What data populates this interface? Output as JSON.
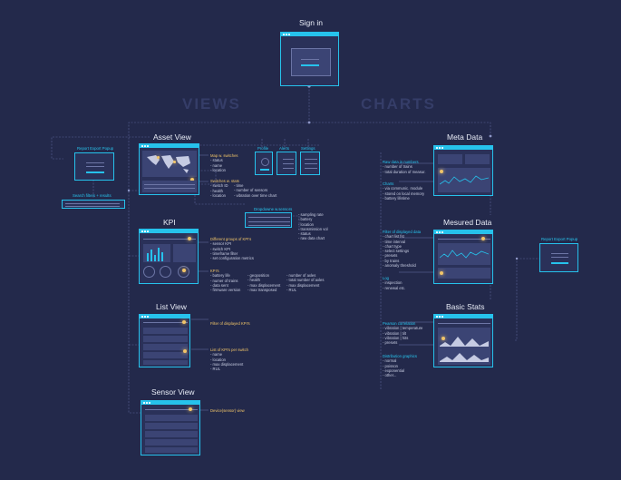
{
  "sections": {
    "views": "VIEWS",
    "charts": "CHARTS"
  },
  "titles": {
    "sign_in": "Sign in",
    "asset_view": "Asset View",
    "kpi": "KPI",
    "list_view": "List View",
    "sensor_view": "Sensor View",
    "meta_data": "Meta Data",
    "measured_data": "Mesured Data",
    "basic_stats": "Basic Stats"
  },
  "small_labels": {
    "report_export_left": "Report Export Popup",
    "search_filters": "Search filters + results",
    "profile": "Profile",
    "alerts": "Alerts",
    "settings": "Settings",
    "dropdown_sensors": "Dropdowne w.sensors",
    "report_export_right": "Report Export Popup"
  },
  "notes": {
    "map_switches": [
      "Map w. switches",
      "- status",
      "- name",
      "- location"
    ],
    "switches_stats": [
      "Switches w. stats",
      "- switch ID",
      "- health",
      "- location"
    ],
    "switches_stats_col2": [
      "- time",
      "- number of sensors",
      "- vibration over time chart"
    ],
    "dropdown_list": [
      "- sampling rate",
      "- battery",
      "- location",
      "- transmission vol",
      "- status",
      "- raw data chart"
    ],
    "kpi_groups": [
      "Different groups of KPI's",
      "- sensor KPI",
      "- switch KPI",
      "- timeframe filter",
      "- set configuration metrics"
    ],
    "kpi_list_title": "KPI's",
    "kpi_list_col1": [
      "- battery life",
      "- numer of trains",
      "- data sent",
      "- firmware version"
    ],
    "kpi_list_col2": [
      "- geoposition",
      "- health",
      "- max displacement",
      "- max transposed"
    ],
    "kpi_list_col3": [
      "- number of axles",
      "- total number of axles",
      "- max displacement",
      "- RUL"
    ],
    "filter_kpis": [
      "Filter of displayed KPI's"
    ],
    "list_kpis": [
      "List of KPI's per switch",
      "- name",
      "- location",
      "- max displacement",
      "- RUL"
    ],
    "device_view": [
      "Device(sensor) view"
    ],
    "raw_data": [
      "Raw data in numbers",
      "- number of trains",
      "- total duration of measur."
    ],
    "charts": [
      "Charts",
      "- via communic. module",
      "- stored on local memory",
      "- battery lifetime"
    ],
    "filter_data": [
      "Filter of displayed data",
      "- chart list fst",
      "- time interval",
      "- chart type",
      "- select settings",
      "- presets",
      "- by trains",
      "- anomaly threshold"
    ],
    "log": [
      "Log",
      "- inspection",
      "- renewal etc."
    ],
    "pearson": [
      "Pearson correlation",
      "- vibration | temperature",
      "- vibration | tilt",
      "- vibration | hits",
      "- presets"
    ],
    "distribution": [
      "Distribution graphics",
      "- normal",
      "- poisson",
      "- exponential",
      "- other..."
    ]
  },
  "colors": {
    "background": "#23294b",
    "accent": "#26c2ec",
    "highlight": "#f0c469",
    "panel": "#2a3159"
  }
}
